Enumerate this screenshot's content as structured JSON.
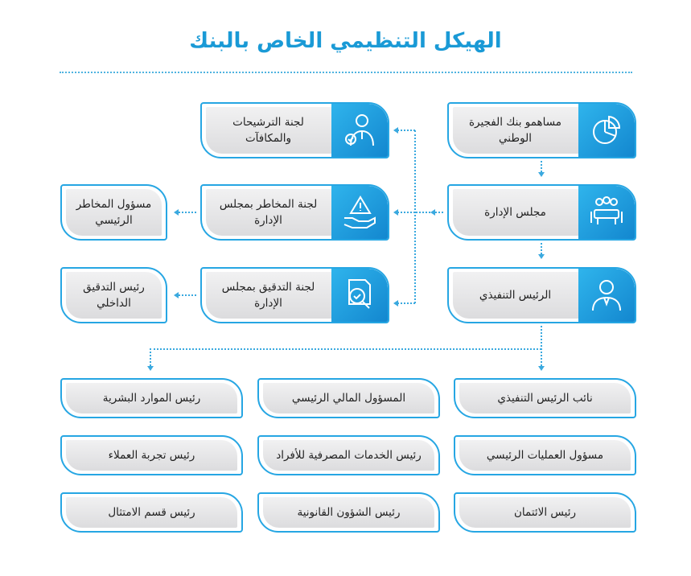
{
  "title": "الهيكل التنظيمي الخاص بالبنك",
  "top_right": {
    "shareholders": "مساهمو بنك الفجيرة الوطني",
    "board": "مجلس الإدارة",
    "ceo": "الرئيس التنفيذي"
  },
  "committees": {
    "nominations": "لجنة الترشيحات والمكافآت",
    "risk": "لجنة المخاطر بمجلس الإدارة",
    "audit": "لجنة التدقيق بمجلس الإدارة"
  },
  "left_side": {
    "cro": "مسؤول المخاطر الرئيسي",
    "internal_audit": "رئيس التدقيق الداخلي"
  },
  "grid": [
    "نائب الرئيس التنفيذي",
    "المسؤول المالي الرئيسي",
    "رئيس الموارد البشرية",
    "مسؤول العمليات الرئيسي",
    "رئيس الخدمات المصرفية للأفراد",
    "رئيس تجربة العملاء",
    "رئيس الائتمان",
    "رئيس الشؤون القانونية",
    "رئيس قسم الامتثال"
  ],
  "icons": {
    "shareholders": "pie-chart-icon",
    "board": "meeting-table-icon",
    "ceo": "businessman-icon",
    "nominations": "person-with-badge-icon",
    "risk": "warning-hand-icon",
    "audit": "magnifier-document-icon"
  },
  "colors": {
    "accent": "#1a9ad6",
    "border": "#26a6e3",
    "fill": "#e4e4e6"
  }
}
